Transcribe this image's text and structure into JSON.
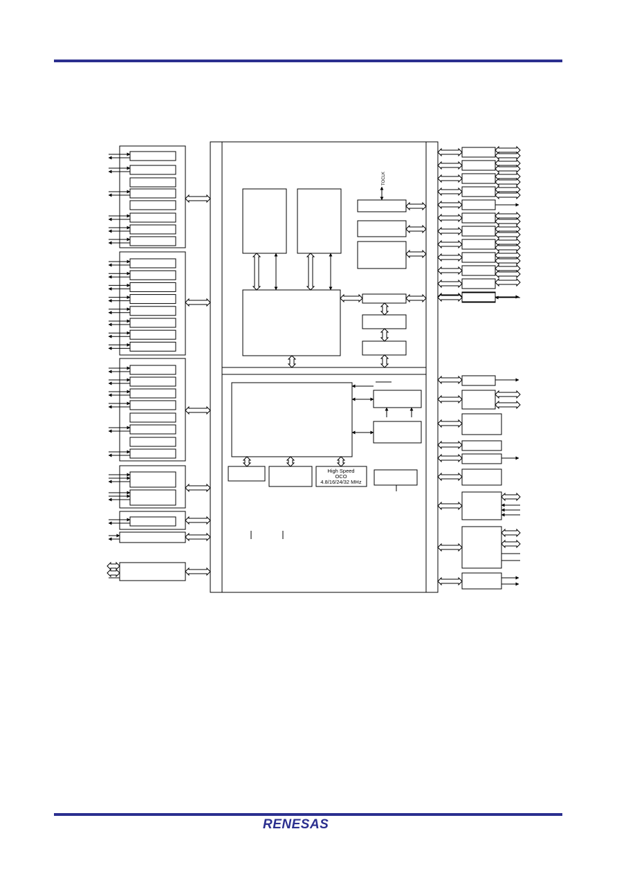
{
  "colors": {
    "rule": "#2b2f8f",
    "logo": "#2b2f8f",
    "line": "#000000"
  },
  "header": {},
  "diagram": {
    "vco_pin_label": "TOCLK",
    "osc_label_line1": "High Speed",
    "osc_label_line2": "OCO",
    "osc_label_line3": "4.8/16/24/32 MHz"
  },
  "footer": {
    "logo_text": "RENESAS"
  }
}
